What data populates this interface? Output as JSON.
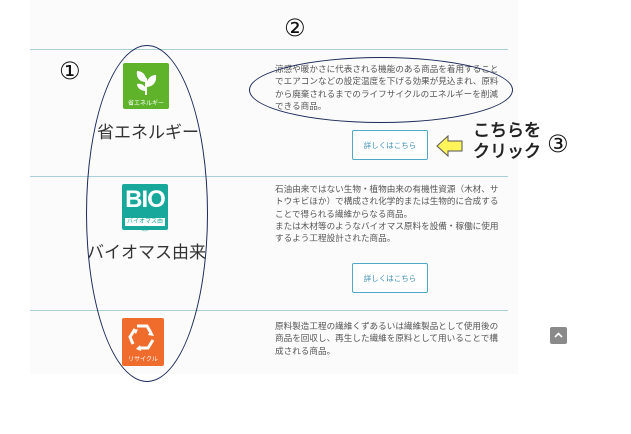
{
  "items": [
    {
      "label": "省エネルギー",
      "icon_text": "省エネルギー",
      "description": "涼感や暖かさに代表される機能のある商品を着用することでエアコンなどの設定温度を下げる効果が見込まれ、原料から廃棄されるまでのライフサイクルのエネルギーを削減できる商品。",
      "button": "詳しくはこちら",
      "color": "#5fb32b"
    },
    {
      "label": "バイオマス由来",
      "icon_text": "BIO",
      "icon_subtext": "バイオマス由来",
      "description": "石油由来ではない生物・植物由来の有機性資源（木材、サトウキビほか）で構成され化学的または生物的に合成することで得られる繊維からなる商品。\nまたは木材等のようなバイオマス原料を設備・稼働に使用するよう工程設計された商品。",
      "button": "詳しくはこちら",
      "color": "#18a89b"
    },
    {
      "icon_text": "リサイクル",
      "description": "原料製造工程の繊維くずあるいは繊維製品として使用後の商品を回収し、再生した繊維を原料として用いることで構成される商品。",
      "color": "#ef6c2d"
    }
  ],
  "annotations": {
    "marker_1": "①",
    "marker_2": "②",
    "marker_3": "③",
    "callout_line1": "こちらを",
    "callout_line2": "クリック"
  },
  "icons": [
    "leaf-icon",
    "recycle-icon",
    "arrow-left-icon",
    "chevron-up-icon"
  ]
}
